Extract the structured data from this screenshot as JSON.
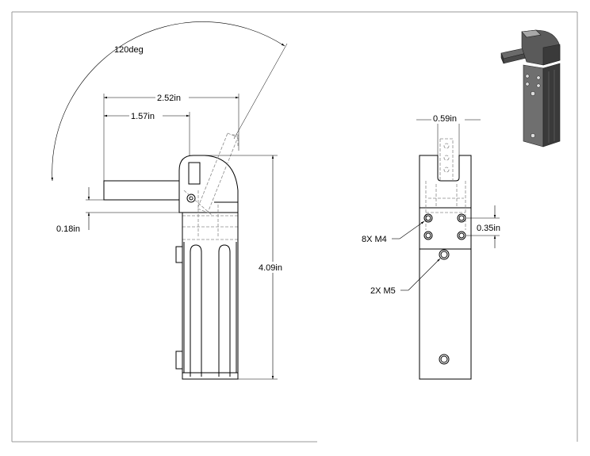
{
  "drawing": {
    "angle_label": "120deg",
    "dim_width_outer": "2.52in",
    "dim_width_inner": "1.57in",
    "dim_arm_thickness": "0.18in",
    "dim_height": "4.09in",
    "dim_slot_width": "0.59in",
    "dim_hole_spacing": "0.35in",
    "callout_m4": "8X M4",
    "callout_m5": "2X M5"
  },
  "colors": {
    "line": "#000000",
    "hidden": "#8a8a8a",
    "border": "#9a9a9a",
    "iso_dark": "#3a3a3a",
    "iso_mid": "#6a6a6a",
    "iso_light": "#a8a8a8"
  },
  "icons": {
    "isometric_view": "clamp-3d-thumbnail"
  }
}
